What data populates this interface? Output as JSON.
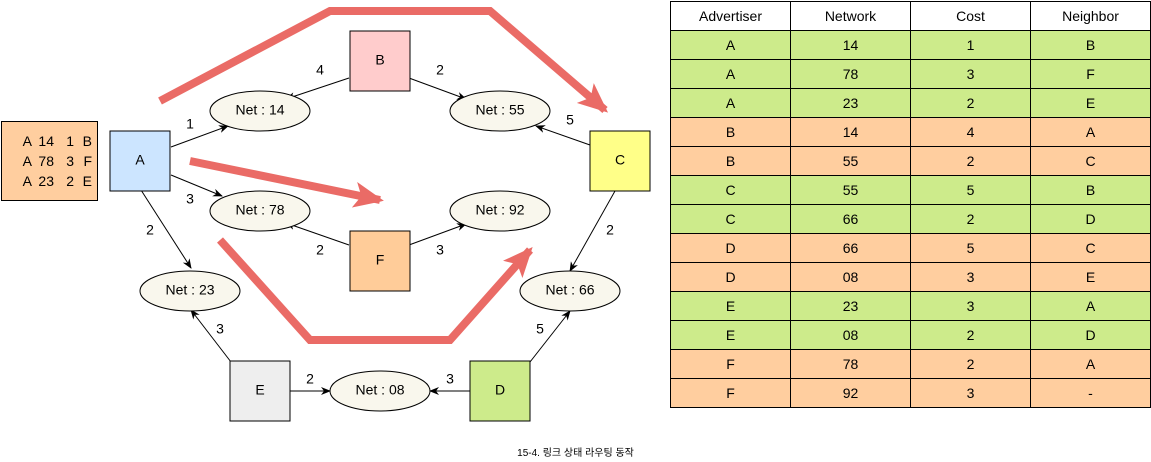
{
  "colors": {
    "node_a": "#cce5ff",
    "node_b": "#ffcccc",
    "node_c": "#ffff88",
    "node_d": "#cdeb8b",
    "node_e": "#eeeeee",
    "node_f": "#ffcc99",
    "network_fill": "#f9f7ed",
    "flow_arrow": "#ea6b66",
    "row_green": "#cdeb8b",
    "row_orange": "#ffce9f"
  },
  "routers": [
    {
      "id": "A",
      "label": "A"
    },
    {
      "id": "B",
      "label": "B"
    },
    {
      "id": "C",
      "label": "C"
    },
    {
      "id": "D",
      "label": "D"
    },
    {
      "id": "E",
      "label": "E"
    },
    {
      "id": "F",
      "label": "F"
    }
  ],
  "networks": [
    {
      "id": "n14",
      "label": "Net : 14"
    },
    {
      "id": "n55",
      "label": "Net : 55"
    },
    {
      "id": "n78",
      "label": "Net : 78"
    },
    {
      "id": "n92",
      "label": "Net : 92"
    },
    {
      "id": "n23",
      "label": "Net : 23"
    },
    {
      "id": "n66",
      "label": "Net : 66"
    },
    {
      "id": "n08",
      "label": "Net : 08"
    }
  ],
  "links": [
    {
      "id": "a-n14",
      "cost": "1"
    },
    {
      "id": "a-n78",
      "cost": "3"
    },
    {
      "id": "a-n23",
      "cost": "2"
    },
    {
      "id": "b-n14",
      "cost": "4"
    },
    {
      "id": "b-n55",
      "cost": "2"
    },
    {
      "id": "c-n55",
      "cost": "5"
    },
    {
      "id": "c-n66",
      "cost": "2"
    },
    {
      "id": "f-n78",
      "cost": "2"
    },
    {
      "id": "f-n92",
      "cost": "3"
    },
    {
      "id": "d-n66",
      "cost": "5"
    },
    {
      "id": "d-n08",
      "cost": "3"
    },
    {
      "id": "e-n08",
      "cost": "2"
    },
    {
      "id": "e-n23",
      "cost": "3"
    }
  ],
  "lsa_box": {
    "rows": [
      [
        "A",
        "14",
        "1",
        "B"
      ],
      [
        "A",
        "78",
        "3",
        "F"
      ],
      [
        "A",
        "23",
        "2",
        "E"
      ]
    ]
  },
  "table": {
    "headers": [
      "Advertiser",
      "Network",
      "Cost",
      "Neighbor"
    ],
    "rows": [
      {
        "cells": [
          "A",
          "14",
          "1",
          "B"
        ],
        "color": "green"
      },
      {
        "cells": [
          "A",
          "78",
          "3",
          "F"
        ],
        "color": "green"
      },
      {
        "cells": [
          "A",
          "23",
          "2",
          "E"
        ],
        "color": "green"
      },
      {
        "cells": [
          "B",
          "14",
          "4",
          "A"
        ],
        "color": "orange"
      },
      {
        "cells": [
          "B",
          "55",
          "2",
          "C"
        ],
        "color": "orange"
      },
      {
        "cells": [
          "C",
          "55",
          "5",
          "B"
        ],
        "color": "green"
      },
      {
        "cells": [
          "C",
          "66",
          "2",
          "D"
        ],
        "color": "green"
      },
      {
        "cells": [
          "D",
          "66",
          "5",
          "C"
        ],
        "color": "orange"
      },
      {
        "cells": [
          "D",
          "08",
          "3",
          "E"
        ],
        "color": "orange"
      },
      {
        "cells": [
          "E",
          "23",
          "3",
          "A"
        ],
        "color": "green"
      },
      {
        "cells": [
          "E",
          "08",
          "2",
          "D"
        ],
        "color": "green"
      },
      {
        "cells": [
          "F",
          "78",
          "2",
          "A"
        ],
        "color": "orange"
      },
      {
        "cells": [
          "F",
          "92",
          "3",
          "-"
        ],
        "color": "orange"
      }
    ]
  },
  "caption": "15-4. 링크 상태 라우팅 동작"
}
